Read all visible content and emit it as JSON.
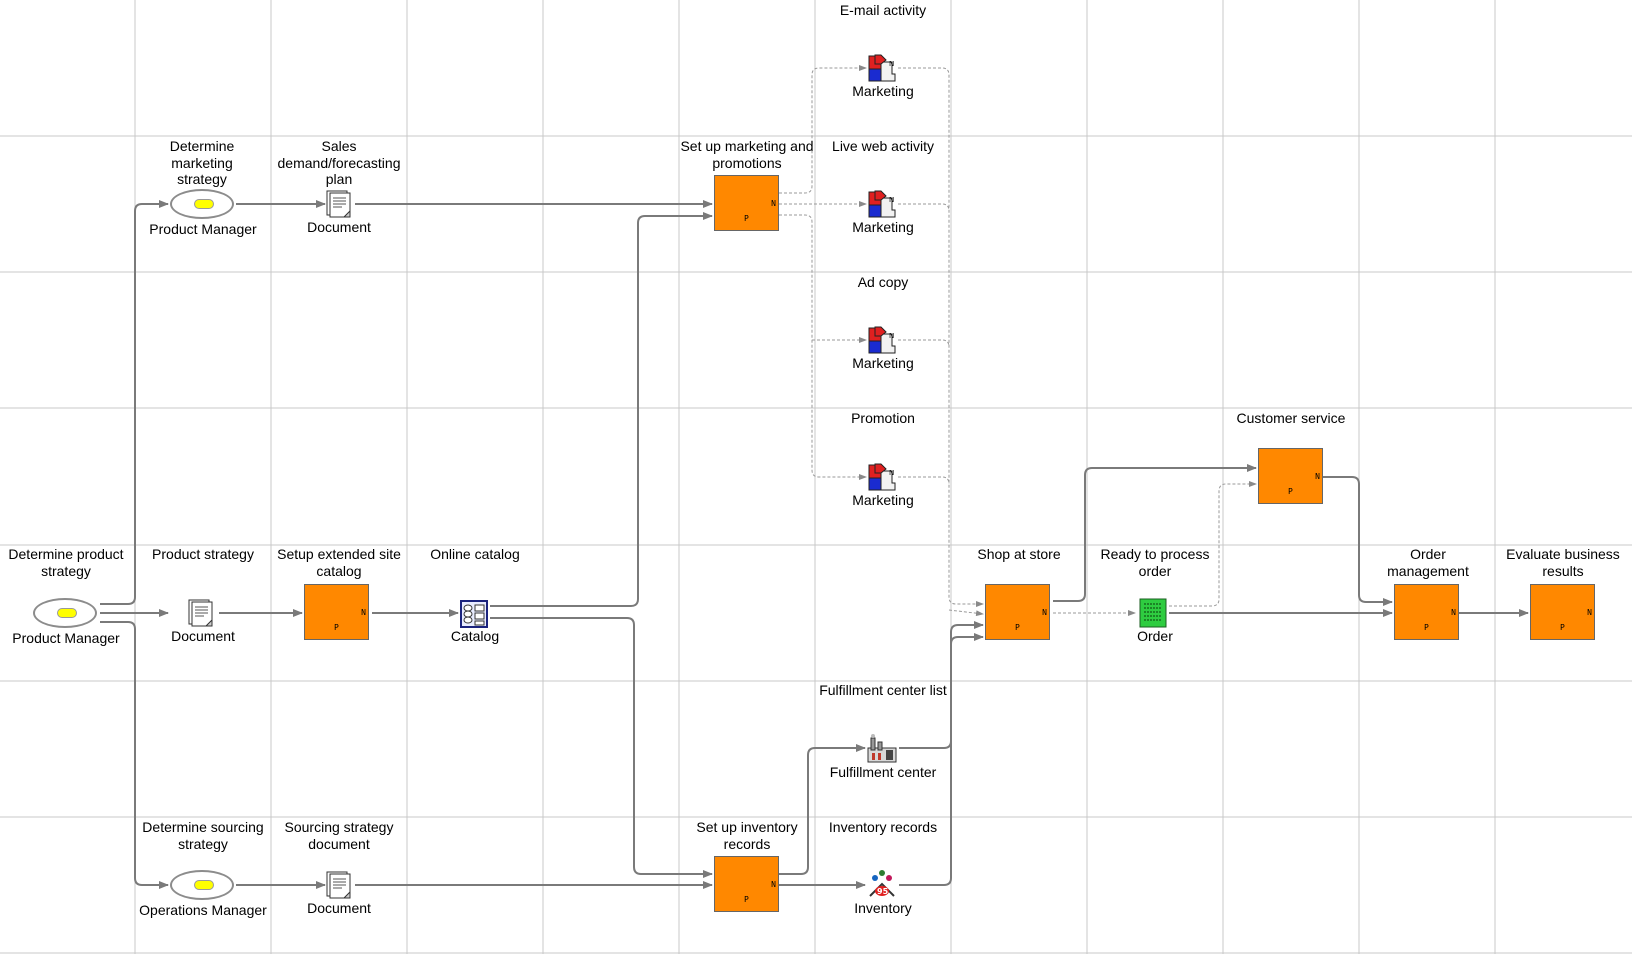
{
  "colors": {
    "task": "#ff8800",
    "grid": "#c8c8c8",
    "edge": "#7a7a7a",
    "oval_center": "#ffff00"
  },
  "rows": {
    "email": {
      "title": "E-mail activity",
      "item_label": "Marketing",
      "icon": "puzzle-icon"
    },
    "live": {
      "title": "Live web activity",
      "item_label": "Marketing",
      "icon": "puzzle-icon"
    },
    "adcopy": {
      "title": "Ad copy",
      "item_label": "Marketing",
      "icon": "puzzle-icon"
    },
    "promotion": {
      "title": "Promotion",
      "item_label": "Marketing",
      "icon": "puzzle-icon"
    }
  },
  "nodes": {
    "determine_product_strategy": {
      "title": "Determine product strategy",
      "role": "Product Manager",
      "icon": "role-oval-icon"
    },
    "determine_marketing_strategy": {
      "title": "Determine marketing strategy",
      "role": "Product Manager",
      "icon": "role-oval-icon"
    },
    "determine_sourcing_strategy": {
      "title": "Determine sourcing strategy",
      "role": "Operations Manager",
      "icon": "role-oval-icon"
    },
    "sales_plan": {
      "title": "Sales demand/forecasting plan",
      "label": "Document",
      "icon": "document-icon"
    },
    "product_strategy": {
      "title": "Product strategy",
      "label": "Document",
      "icon": "document-icon"
    },
    "sourcing_strategy_doc": {
      "title": "Sourcing strategy document",
      "label": "Document",
      "icon": "document-icon"
    },
    "setup_extended_catalog": {
      "title": "Setup extended site catalog",
      "p": "P",
      "n": "N"
    },
    "online_catalog": {
      "title": "Online catalog",
      "label": "Catalog",
      "icon": "catalog-icon"
    },
    "setup_marketing": {
      "title": "Set up marketing and promotions",
      "p": "P",
      "n": "N"
    },
    "setup_inventory": {
      "title": "Set up inventory records",
      "p": "P",
      "n": "N"
    },
    "fulfillment_center_list": {
      "title": "Fulfillment center list",
      "label": "Fulfillment center",
      "icon": "factory-icon"
    },
    "inventory_records": {
      "title": "Inventory records",
      "label": "Inventory",
      "icon": "inventory-icon"
    },
    "shop_at_store": {
      "title": "Shop at store",
      "p": "P",
      "n": "N"
    },
    "ready_to_process_order": {
      "title": "Ready to process order",
      "label": "Order",
      "icon": "order-icon"
    },
    "customer_service": {
      "title": "Customer service",
      "p": "P",
      "n": "N"
    },
    "order_management": {
      "title": "Order management",
      "p": "P",
      "n": "N"
    },
    "evaluate_business_results": {
      "title": "Evaluate business results",
      "p": "P",
      "n": "N"
    }
  }
}
